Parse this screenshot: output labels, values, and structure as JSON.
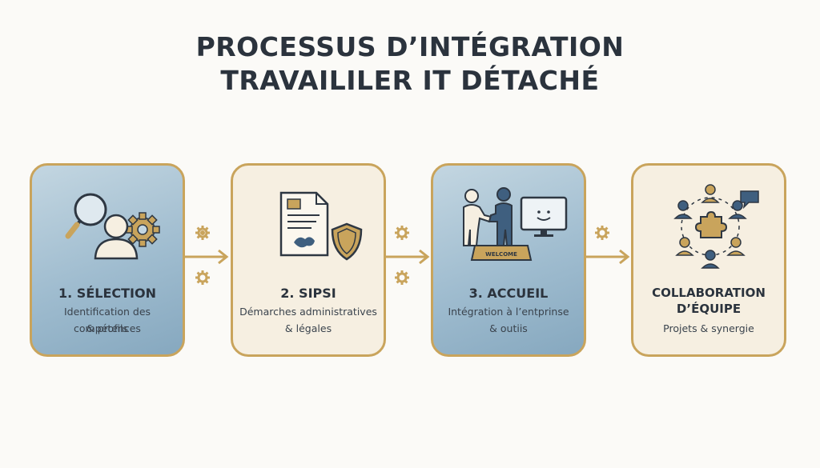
{
  "title": {
    "line1": "PROCESSUS D’INTÉGRATION",
    "line2": "TRAVAILILER IT DÉTACHÉ"
  },
  "steps": [
    {
      "label": "1. SÉLECTION",
      "desc1": "Identification des compétences",
      "desc2": "& profils",
      "icon": "search-user-gear-icon"
    },
    {
      "label": "2. SIPSI",
      "desc1": "Démarches administratives",
      "desc2": "& légales",
      "icon": "document-shield-icon"
    },
    {
      "label": "3. ACCUEIL",
      "desc1": "Intégration à l’entprinse",
      "desc2": "& outiis",
      "welcome_sign": "WELCOME",
      "icon": "handshake-welcome-icon"
    },
    {
      "label1": "COLLABORATION",
      "label2": "D’ÉQUIPE",
      "desc1": "Projets & synergie",
      "icon": "team-puzzle-icon"
    }
  ],
  "colors": {
    "gold": "#c9a45c",
    "blue_card": "#9fbccf",
    "cream_card": "#f6efe1",
    "navy": "#3f5f7f",
    "text": "#2b333d"
  }
}
